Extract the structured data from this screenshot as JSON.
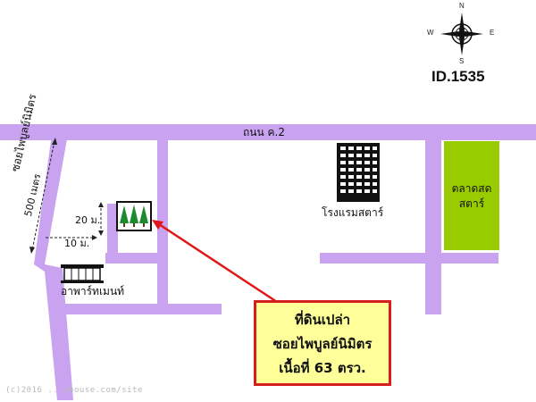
{
  "listing_id": "ID.1535",
  "compass": {
    "north": "N",
    "south": "S",
    "east": "E",
    "west": "W",
    "icon": "compass-rose-icon"
  },
  "roads": {
    "main_road": "ถนน ค.2",
    "soi": "ซอยไพบูลย์นิมิตร",
    "soi_distance": "500 เมตร"
  },
  "landmarks": {
    "hotel": "โรงแรมสตาร์",
    "apartment": "อาพาร์ทเมนท์",
    "market_line1": "ตลาดสด",
    "market_line2": "สตาร์"
  },
  "plot": {
    "icon": "pine-trees-icon",
    "dim_length": "20 ม.",
    "dim_width": "10 ม."
  },
  "callout": {
    "line1": "ที่ดินเปล่า",
    "line2": "ซอยไพบูลย์นิมิตร",
    "line3": "เนื้อที่ 63  ตรว."
  },
  "watermark": "(c)2016 ...ahouse.com/site",
  "colors": {
    "road": "#c9a3f0",
    "market": "#99cc00",
    "callout_bg": "#ffff99",
    "callout_border": "#d62020",
    "arrow": "#e01818"
  }
}
